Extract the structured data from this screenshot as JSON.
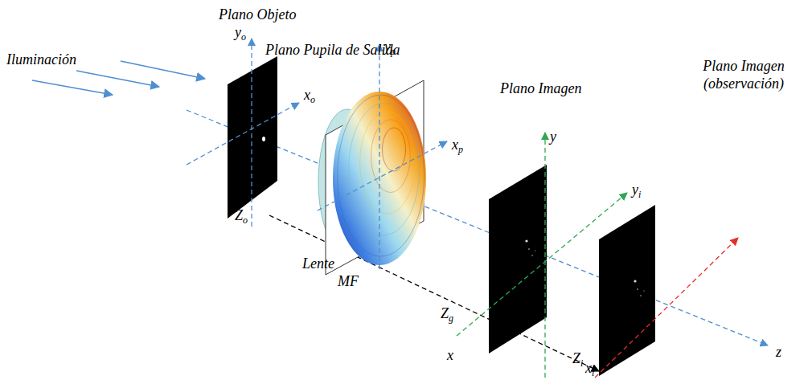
{
  "diagram": {
    "labels": [
      "Iluminación",
      "Plano Objeto",
      "yo",
      "xo",
      "Plano Pupila de Salida",
      "yp",
      "xp",
      "Plano Imagen",
      "y",
      "yi",
      "Plano Imagen (observación)",
      "Zo",
      "Lente",
      "MF",
      "Zg",
      "x",
      "Zi",
      "xi",
      "z"
    ]
  }
}
